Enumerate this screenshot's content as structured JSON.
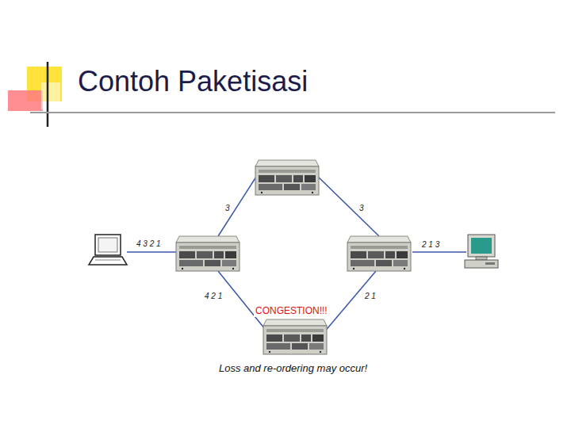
{
  "diagram": {
    "title": "Contoh Paketisasi",
    "labels": [
      "3",
      "3",
      "4 3 2 1",
      "2 1 3",
      "4 2 1",
      "2 1",
      "CONGESTION!!!",
      "Loss and re-ordering may occur!"
    ]
  }
}
